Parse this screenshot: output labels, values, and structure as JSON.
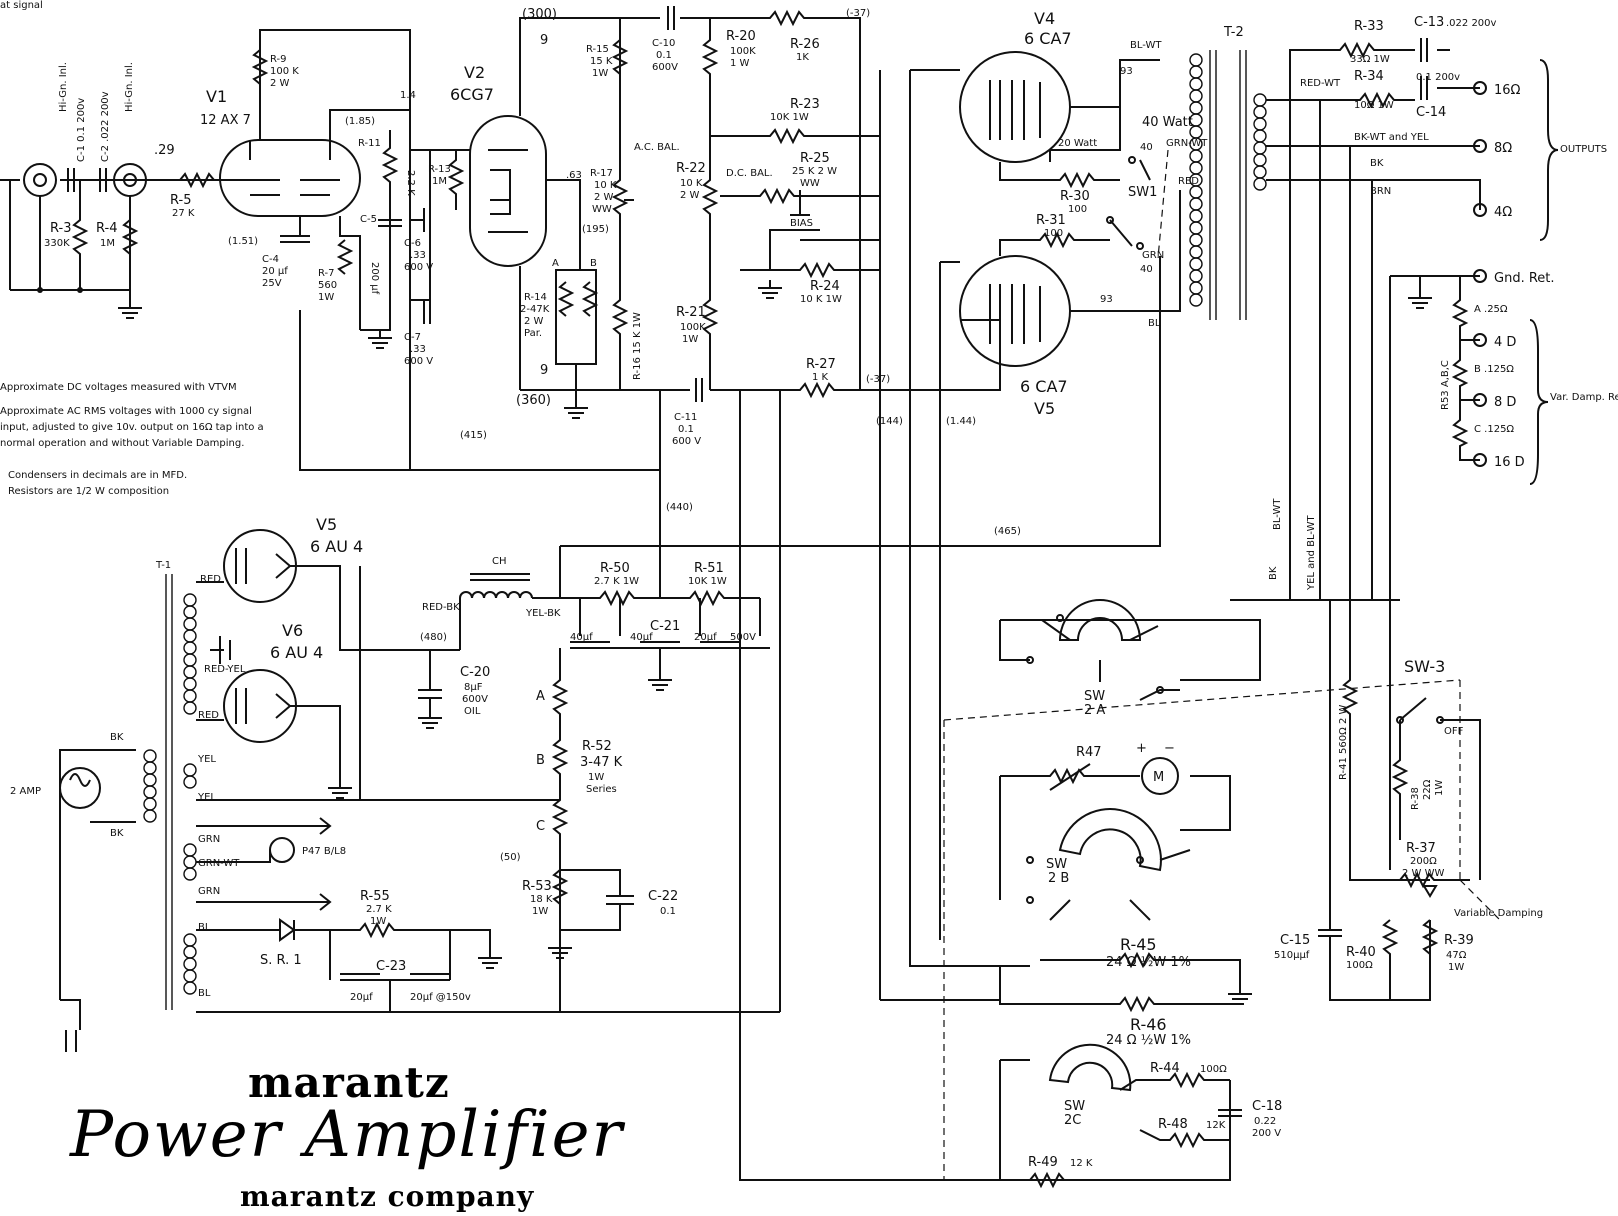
{
  "header": {
    "signal": "at signal"
  },
  "tubes": {
    "v1": {
      "ref": "V1",
      "type": "12 AX 7"
    },
    "v2": {
      "ref": "V2",
      "type": "6CG7"
    },
    "v4": {
      "ref": "V4",
      "type": "6 CA7"
    },
    "v5out": {
      "ref": "V5",
      "type": "6 CA7"
    },
    "v5rect": {
      "ref": "V5",
      "type": "6 AU 4"
    },
    "v6rect": {
      "ref": "V6",
      "type": "6 AU 4"
    }
  },
  "inputs": {
    "hi_gn": "Hi-Gn. Inl.",
    "hi_gn2": "Hi-Gn. Inl."
  },
  "components": {
    "c1": "C-1 0.1 200v",
    "c2": "C-2 .022 200v",
    "r3": "R-3",
    "r3v": "330K",
    "r4": "R-4",
    "r4v": "1M",
    "r5": "R-5",
    "r5v": "27 K",
    "r9": "R-9",
    "r9v": "100 K",
    "r9w": "2 W",
    "r11": "R-11",
    "r11v": "2.2 K",
    "c4": "C-4",
    "c4v": "20 µf",
    "c4w": "25V",
    "r7": "R-7",
    "r7v": "560",
    "r7w": "1W",
    "c5": "C-5",
    "c5v": "200 µf",
    "r13": "R-13",
    "r13v": "1M",
    "c6": "C-6",
    "c6v": ".33",
    "c6w": "600 V",
    "c7": "C-7",
    "c7v": ".33",
    "c7w": "600 V",
    "r15": "R-15",
    "r15v": "15 K",
    "r15w": "1W",
    "c10": "C-10",
    "c10v": "0.1",
    "c10w": "600V",
    "r20": "R-20",
    "r20v": "100K",
    "r20w": "1 W",
    "r26": "R-26",
    "r26v": "1K",
    "r17": "R-17",
    "r17v": "10 K",
    "r17w": "2 W",
    "r17ww": "WW",
    "ac_bal": "A.C. BAL.",
    "r22": "R-22",
    "r22v": "10 K",
    "r22w": "2 W",
    "dc_bal": "D.C. BAL.",
    "r23": "R-23",
    "r23v": "10K 1W",
    "r25": "R-25",
    "r25v": "25 K 2 W",
    "r25ww": "WW",
    "bias": "BIAS",
    "r24": "R-24",
    "r24v": "10 K 1W",
    "r14": "R-14",
    "r14v": "2-47K",
    "r14w": "2 W",
    "r14p": "Par.",
    "r16": "R-16 15 K 1W",
    "r21": "R-21",
    "r21v": "100K",
    "r21w": "1W",
    "r27": "R-27",
    "r27v": "1 K",
    "c11": "C-11",
    "c11v": "0.1",
    "c11w": "600 V",
    "r30": "R-30",
    "r30v": "100",
    "r31": "R-31",
    "r31v": "100",
    "sw1": "SW1",
    "w20": "20 Watt",
    "w40": "40 Watt",
    "t2": "T-2",
    "r33": "R-33",
    "r33v": "33Ω 1W",
    "c13": "C-13",
    "c13v": ".022 200v",
    "r34": "R-34",
    "r34v": "10Ω 1W",
    "c14": "C-14",
    "c14v": "0.1 200v",
    "r53abc": "R53 A,B,C",
    "ra": "A .25Ω",
    "rb": "B .125Ω",
    "rc": "C .125Ω",
    "t1": "T-1",
    "ch": "CH",
    "c20": "C-20",
    "c20v": "8µF",
    "c20w": "600V",
    "c20o": "OIL",
    "r50": "R-50",
    "r50v": "2.7 K 1W",
    "r51": "R-51",
    "r51v": "10K 1W",
    "c21": "C-21",
    "c21a": "40µf",
    "c21b": "40µf",
    "c21c": "20µf",
    "c21v": "500V",
    "r52": "R-52",
    "r52v": "3-47 K",
    "r52w": "1W",
    "r52s": "Series",
    "r53": "R-53",
    "r53v": "18 K",
    "r53w": "1W",
    "c22": "C-22",
    "c22v": "0.1",
    "r55": "R-55",
    "r55v": "2.7 K",
    "r55w": "1W",
    "sr1": "S. R. 1",
    "c23": "C-23",
    "c23a": "20µf",
    "c23b": "20µf @150v",
    "p47": "P47 B/L8",
    "fuse": "2 AMP",
    "sw2a": "SW",
    "sw2a2": "2 A",
    "sw2b": "SW",
    "sw2b2": "2 B",
    "sw2c": "SW",
    "sw2c2": "2C",
    "r47": "R47",
    "meter": "M",
    "r45": "R-45",
    "r45v": "24 Ω ½W 1%",
    "r46": "R-46",
    "r46v": "24 Ω ½W 1%",
    "r44": "R-44",
    "r44v": "100Ω",
    "r48": "R-48",
    "r48v": "12K",
    "c18": "C-18",
    "c18v": "0.22",
    "c18w": "200 V",
    "r49": "R-49",
    "r49v": "12 K",
    "r41": "R-41 560Ω 2 W",
    "r38": "R-38",
    "r38v": "22Ω",
    "r38w": "1W",
    "sw3": "SW-3",
    "off": "OFF",
    "r37": "R-37",
    "r37v": "200Ω",
    "r37w": "2 W WW",
    "r39": "R-39",
    "r39v": "47Ω",
    "r39w": "1W",
    "r40": "R-40",
    "r40v": "100Ω",
    "c15": "C-15",
    "c15v": "510µµf",
    "var_damp": "Variable Damping"
  },
  "voltages": {
    "v300": "(300)",
    "vm37a": "(-37)",
    "vm37b": "(-37)",
    "v185": "(1.85)",
    "v151": "(1.51)",
    "v14": "1.4",
    "v29": ".29",
    "v63": ".63",
    "v195": "(195)",
    "v93": "93",
    "v93b": "93",
    "v9a": "9",
    "v9b": "9",
    "v360": "(360)",
    "v415": "(415)",
    "v144a": "(144)",
    "v144b": "(1.44)",
    "v440": "(440)",
    "v465": "(465)",
    "v480": "(480)",
    "v50": "(50)",
    "v40a": "40",
    "v40b": "40"
  },
  "wires": {
    "blwt": "BL-WT",
    "grnwt": "GRN-WT",
    "red": "RED",
    "grn": "GRN",
    "bl": "BL",
    "redwt": "RED-WT",
    "bkwt_yel": "BK-WT and YEL",
    "bk": "BK",
    "brn": "BRN",
    "t1red": "RED",
    "redbk": "RED-BK",
    "redyel": "RED-YEL",
    "yelbk": "YEL-BK",
    "t1red2": "RED",
    "t1yel": "YEL",
    "t1yel2": "YEL",
    "t1grn": "GRN",
    "t1grnwt": "GRN-WT",
    "t1grn2": "GRN",
    "t1bl": "BL",
    "t1bl2": "BL",
    "bk2": "BK",
    "bk3": "BK",
    "bk4": "BK",
    "yelblwt": "YEL and BL-WT"
  },
  "terminals": {
    "o16": "16Ω",
    "o8": "8Ω",
    "o4": "4Ω",
    "outputs": "OUTPUTS",
    "gnd_ret": "Gnd. Ret.",
    "d4": "4 D",
    "d8": "8 D",
    "d16": "16 D",
    "var_damp_returns": "Var. Damp. Returns"
  },
  "notes": {
    "n1": "Approximate DC voltages measured with VTVM",
    "n2": "Approximate AC RMS voltages with 1000 cy signal",
    "n3": "input, adjusted to give 10v. output on 16Ω tap into a",
    "n4": "normal operation and without Variable Damping.",
    "n5": "Condensers in decimals are in MFD.",
    "n6": "Resistors are 1/2 W composition"
  },
  "brand": {
    "logo": "marantz",
    "title": "Power Amplifier",
    "company": "marantz company"
  }
}
